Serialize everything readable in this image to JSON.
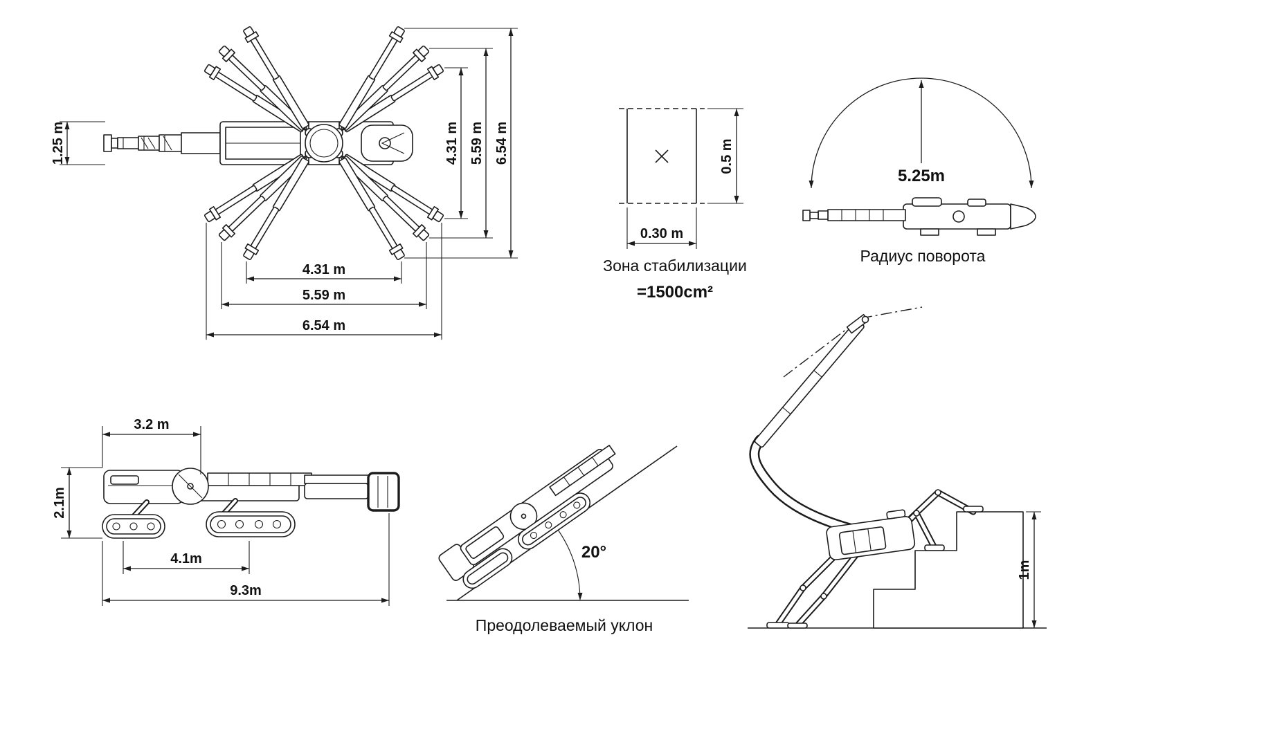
{
  "top_view": {
    "dim_width_left": "1.25 m",
    "dims_vertical": [
      "4.31 m",
      "5.59 m",
      "6.54 m"
    ],
    "dims_horizontal": [
      "4.31 m",
      "5.59 m",
      "6.54 m"
    ]
  },
  "stabilization": {
    "dim_height": "0.5 m",
    "dim_width": "0.30 m",
    "title": "Зона стабилизации",
    "area": "=1500cm²"
  },
  "turning": {
    "radius": "5.25m",
    "title": "Радиус поворота"
  },
  "side_view": {
    "dim_rear": "3.2 m",
    "dim_height": "2.1m",
    "dim_mid": "4.1m",
    "dim_total": "9.3m"
  },
  "slope": {
    "angle": "20°",
    "title": "Преодолеваемый уклон"
  },
  "stairs": {
    "dim_height": "1m"
  }
}
